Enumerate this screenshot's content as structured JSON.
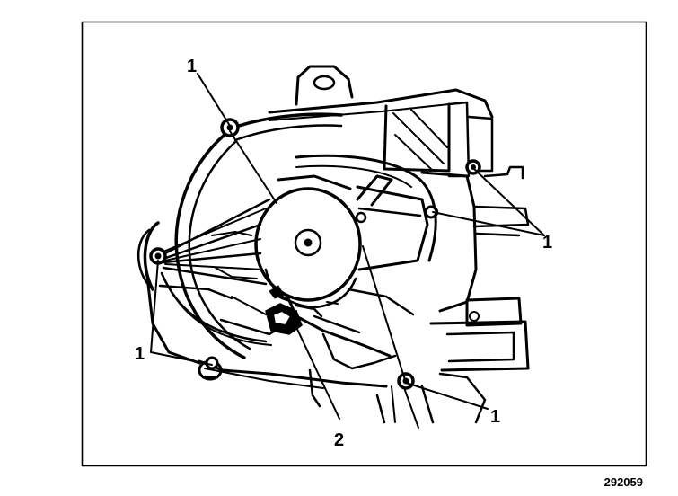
{
  "callouts": {
    "fastener_top_left": "1",
    "fastener_right": "1",
    "fastener_left": "1",
    "fastener_bottom_right": "1",
    "connector": "2"
  },
  "figure_id": "292059",
  "colors": {
    "ink": "#000000",
    "background": "#ffffff"
  }
}
